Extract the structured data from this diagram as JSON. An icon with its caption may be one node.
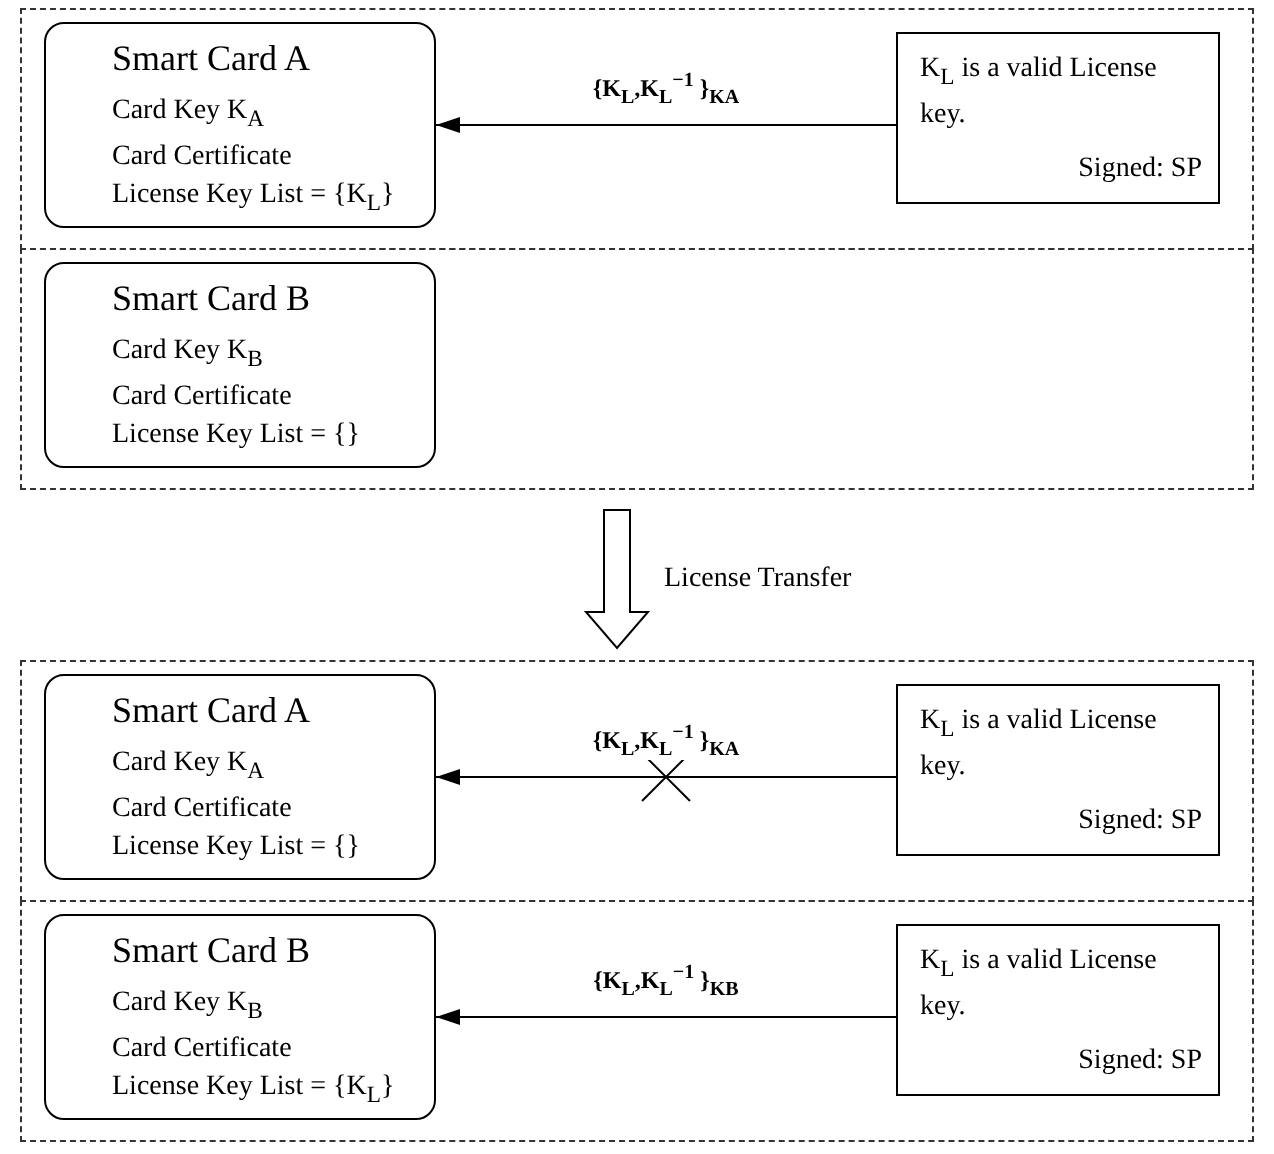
{
  "diagram": {
    "nodes": [
      {
        "text": [],
        "shape": "box"
      },
      {
        "text": [
          "Smart Card A",
          "Card Key K$_{A}$",
          "Card Certificate",
          "License Key List = {K$_{L}$}"
        ],
        "in": 0
      },
      {
        "text": [
          "K$_{L}$ is a valid License key.",
          "Signed: SP"
        ],
        "in": 0
      },
      {
        "text": [],
        "shape": "box"
      },
      {
        "text": [
          "Smart Card B",
          "Card Key K$_{B}$",
          "Card Certificate",
          "License Key List = {}"
        ],
        "in": 3
      },
      {
        "text": [],
        "shape": "box"
      },
      {
        "text": [
          "Smart Card A",
          "Card Key K$_{A}$",
          "Card Certificate",
          "License Key List = {}"
        ],
        "in": 5
      },
      {
        "text": [
          "K$_{L}$ is a valid License key.",
          "Signed: SP"
        ],
        "in": 5
      },
      {
        "text": [],
        "shape": "box"
      },
      {
        "text": [
          "Smart Card B",
          "Card Key K$_{B}$",
          "Card Certificate",
          "License Key List = {K$_{L}$}"
        ],
        "in": 8
      },
      {
        "text": [
          "K$_{L}$ is a valid License key.",
          "Signed: SP"
        ],
        "in": 8
      }
    ],
    "edges": [
      {
        "from": 2,
        "to": 1,
        "arrow": "to",
        "label": "{K$_{L}$,K$_{L}$$^{−1}$ }$_{KA}$"
      },
      {
        "from": 7,
        "to": 6,
        "arrow": "to",
        "label": "{K$_{L}$,K$_{L}$$^{−1}$ }$_{KA}$"
      },
      {
        "from": 10,
        "to": 9,
        "arrow": "to",
        "label": "{K$_{L}$,K$_{L}$$^{−1}$ }$_{KB}$"
      }
    ],
    "labels": [
      "License Transfer"
    ]
  }
}
